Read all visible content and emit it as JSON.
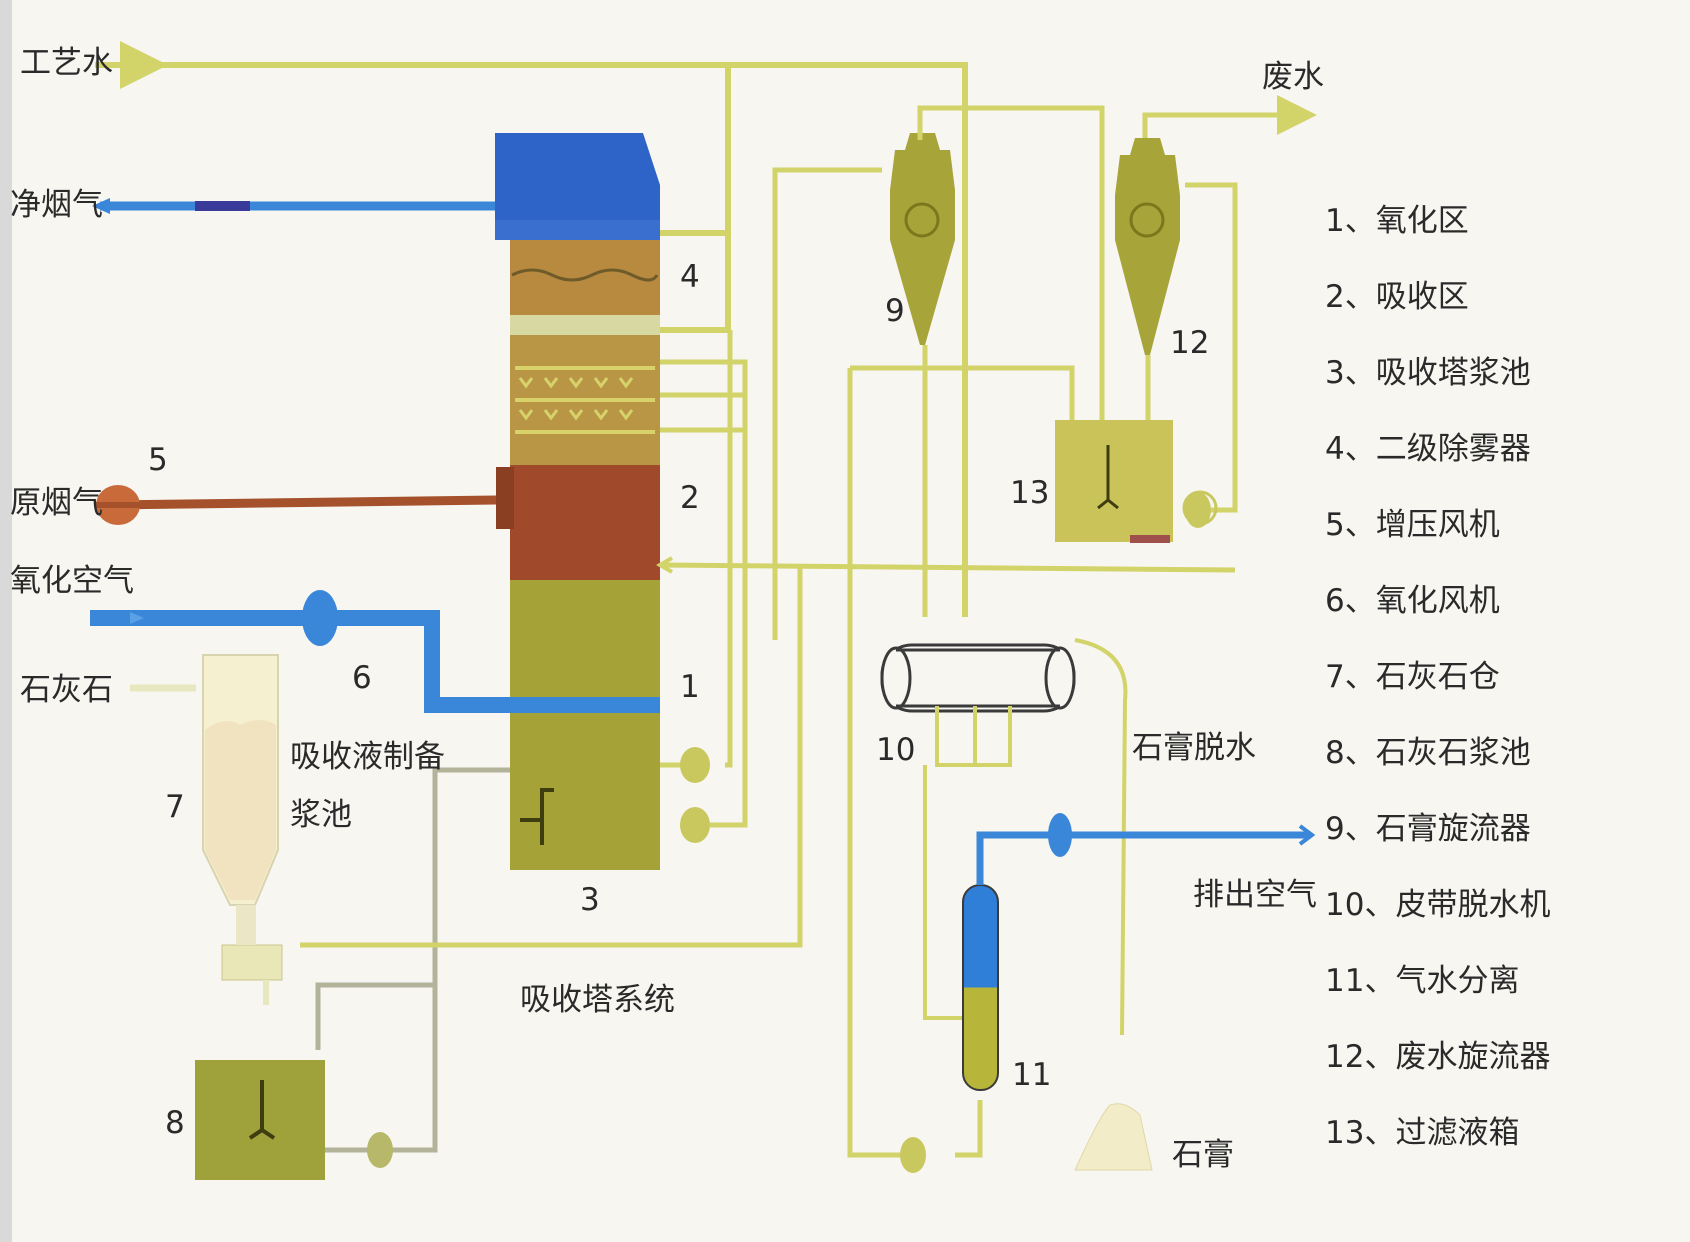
{
  "inputs": {
    "process_water": "工艺水",
    "clean_flue_gas": "净烟气",
    "raw_flue_gas": "原烟气",
    "oxidation_air": "氧化空气",
    "limestone": "石灰石"
  },
  "outputs": {
    "waste_water": "废水",
    "exhaust_air": "排出空气",
    "gypsum": "石膏"
  },
  "section_labels": {
    "absorbent_prep_line1": "吸收液制备",
    "absorbent_prep_line2": "浆池",
    "absorber_system": "吸收塔系统",
    "gypsum_dewatering": "石膏脱水"
  },
  "component_numbers": [
    "1",
    "2",
    "3",
    "4",
    "5",
    "6",
    "7",
    "8",
    "9",
    "10",
    "11",
    "12",
    "13"
  ],
  "legend": [
    "1、氧化区",
    "2、吸收区",
    "3、吸收塔浆池",
    "4、二级除雾器",
    "5、增压风机",
    "6、氧化风机",
    "7、石灰石仓",
    "8、石灰石浆池",
    "9、石膏旋流器",
    "10、皮带脱水机",
    "11、气水分离",
    "12、废水旋流器",
    "13、过滤液箱"
  ],
  "colors": {
    "pipe_green": "#d2d46a",
    "gas_blue": "#3a86d8",
    "raw_gas_brown": "#a5512c",
    "tank_olive": "#a6a53a",
    "grey_pipe": "#b3b39a"
  }
}
